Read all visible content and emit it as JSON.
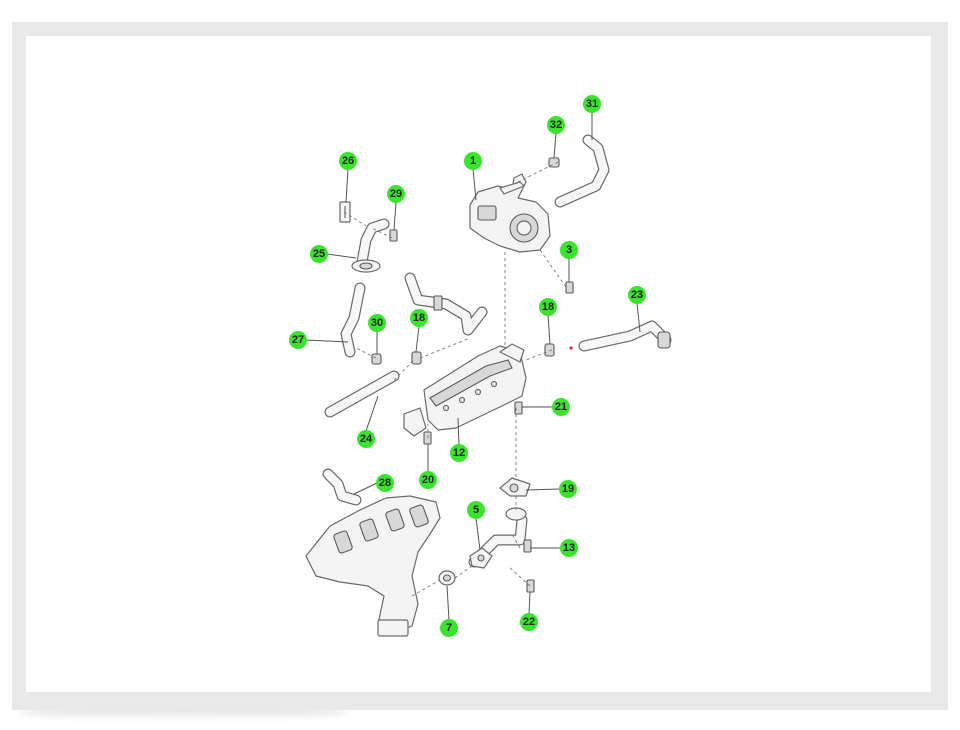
{
  "callouts": [
    {
      "id": "1",
      "label": "1"
    },
    {
      "id": "3",
      "label": "3"
    },
    {
      "id": "5",
      "label": "5"
    },
    {
      "id": "7",
      "label": "7"
    },
    {
      "id": "12",
      "label": "12"
    },
    {
      "id": "13",
      "label": "13"
    },
    {
      "id": "18a",
      "label": "18"
    },
    {
      "id": "18b",
      "label": "18"
    },
    {
      "id": "19",
      "label": "19"
    },
    {
      "id": "20",
      "label": "20"
    },
    {
      "id": "21",
      "label": "21"
    },
    {
      "id": "22",
      "label": "22"
    },
    {
      "id": "23",
      "label": "23"
    },
    {
      "id": "24",
      "label": "24"
    },
    {
      "id": "25",
      "label": "25"
    },
    {
      "id": "26",
      "label": "26"
    },
    {
      "id": "27",
      "label": "27"
    },
    {
      "id": "28",
      "label": "28"
    },
    {
      "id": "29",
      "label": "29"
    },
    {
      "id": "30",
      "label": "30"
    },
    {
      "id": "31",
      "label": "31"
    },
    {
      "id": "32",
      "label": "32"
    }
  ],
  "colors": {
    "badge": "#39e42c",
    "frame": "#e9e9e9",
    "line": "#6a6a6a"
  }
}
